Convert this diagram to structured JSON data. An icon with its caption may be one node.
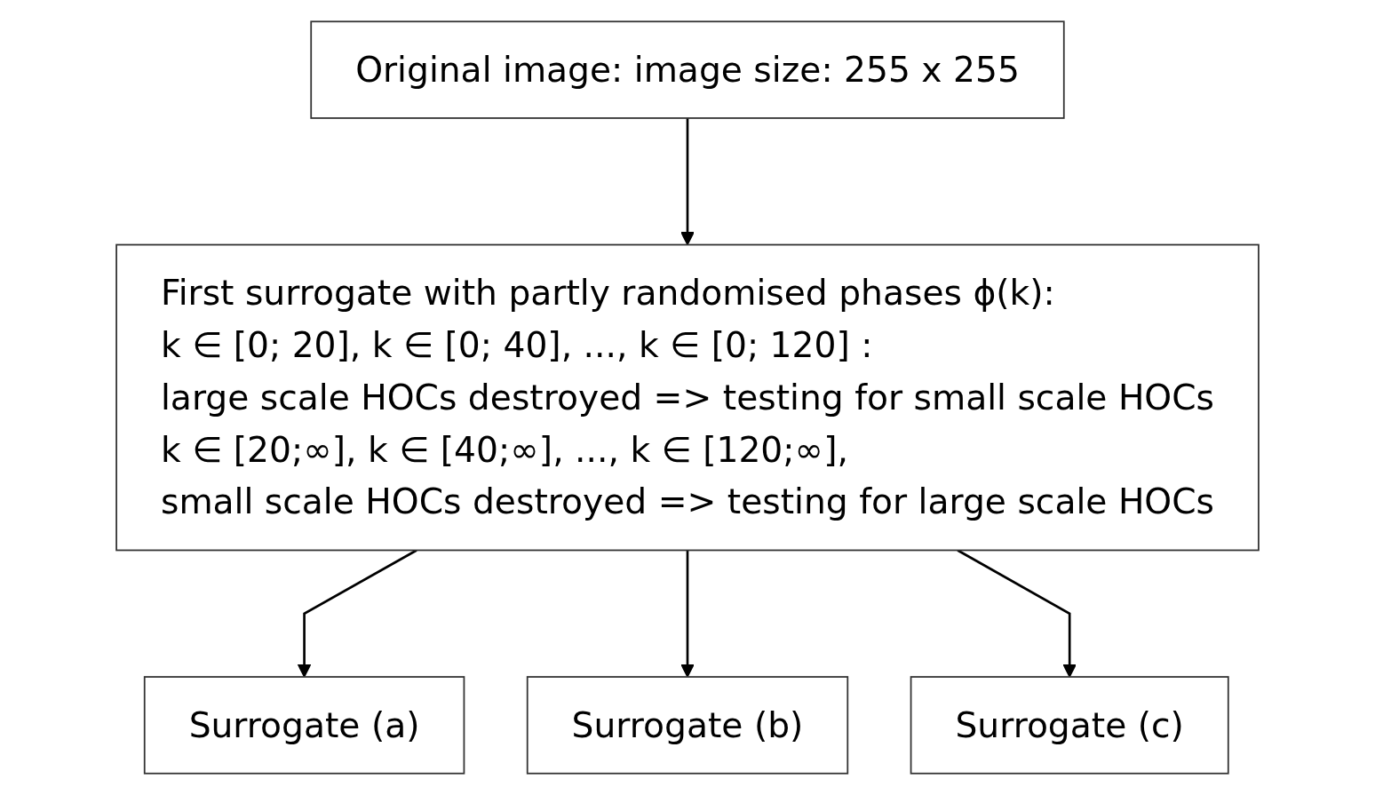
{
  "diagram": {
    "nodes": [
      {
        "text": [
          "Original image: image size: 255 x 255"
        ]
      },
      {
        "text": [
          "First surrogate with partly randomised phases ϕ(k):",
          "k ∈ [0; 20], k ∈ [0; 40], ..., k ∈ [0; 120] :",
          "large scale HOCs destroyed => testing for small scale HOCs",
          "k ∈ [20;∞], k ∈ [40;∞], ..., k ∈ [120;∞],",
          "small scale HOCs destroyed => testing for large scale HOCs"
        ]
      },
      {
        "text": [
          "Surrogate (a)"
        ]
      },
      {
        "text": [
          "Surrogate (b)"
        ]
      },
      {
        "text": [
          "Surrogate (c)"
        ]
      }
    ],
    "edges": [
      {
        "from": 0,
        "to": 1,
        "arrow": "to"
      },
      {
        "from": 1,
        "to": 2,
        "arrow": "to"
      },
      {
        "from": 1,
        "to": 3,
        "arrow": "to"
      },
      {
        "from": 1,
        "to": 4,
        "arrow": "to"
      }
    ]
  }
}
